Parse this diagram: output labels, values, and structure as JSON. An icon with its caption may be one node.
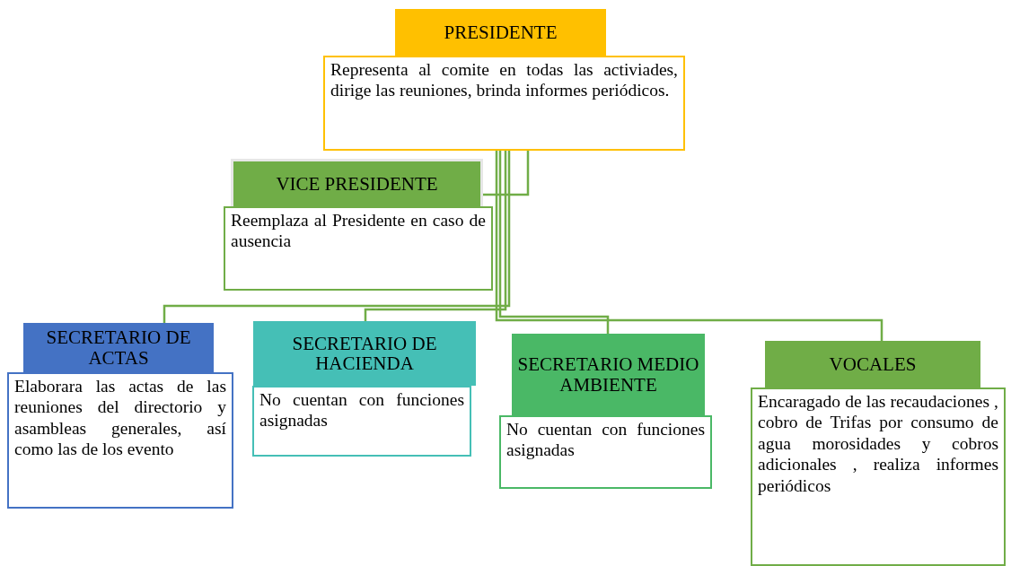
{
  "diagram": {
    "nodes": [
      {
        "text": [
          "PRESIDENTE"
        ]
      },
      {
        "text": [
          "Representa al comite en todas las activiades, dirige las reuniones, brinda informes periódicos."
        ]
      },
      {
        "text": [
          "VICE PRESIDENTE"
        ]
      },
      {
        "text": [
          "Reemplaza al Presidente en caso de ausencia"
        ]
      },
      {
        "text": [
          "SECRETARIO DE ACTAS"
        ]
      },
      {
        "text": [
          "Elaborara las actas de las reuniones del directorio y asambleas generales, así como las de los evento"
        ]
      },
      {
        "text": [
          "SECRETARIO DE HACIENDA"
        ]
      },
      {
        "text": [
          "No cuentan con funciones asignadas"
        ]
      },
      {
        "text": [
          "SECRETARIO MEDIO AMBIENTE"
        ]
      },
      {
        "text": [
          "No cuentan con funciones asignadas"
        ]
      },
      {
        "text": [
          "VOCALES"
        ]
      },
      {
        "text": [
          "Encaragado de las recaudaciones , cobro de Trifas por consumo de agua morosidades y cobros adicionales , realiza informes periódicos"
        ]
      }
    ],
    "edges": [
      {
        "from": 1,
        "to": 2,
        "arrow": "none"
      },
      {
        "from": 1,
        "to": 4,
        "arrow": "none"
      },
      {
        "from": 1,
        "to": 6,
        "arrow": "none"
      },
      {
        "from": 1,
        "to": 8,
        "arrow": "none"
      },
      {
        "from": 1,
        "to": 10,
        "arrow": "none"
      }
    ]
  }
}
